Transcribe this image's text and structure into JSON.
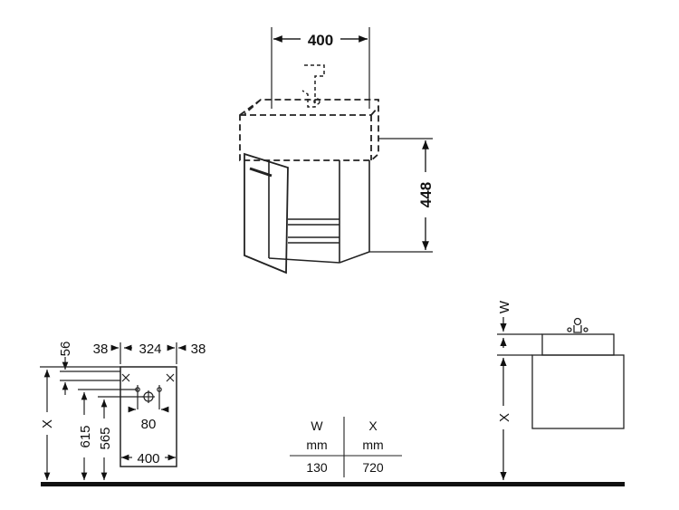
{
  "top_view": {
    "width_label": "400",
    "height_label": "448"
  },
  "wall_plan": {
    "label_56": "56",
    "label_38_left": "38",
    "label_324": "324",
    "label_38_right": "38",
    "label_x": "X",
    "label_615": "615",
    "label_565": "565",
    "label_80": "80",
    "label_400": "400"
  },
  "table": {
    "headers": [
      "W",
      "X"
    ],
    "units": [
      "mm",
      "mm"
    ],
    "values": [
      "130",
      "720"
    ]
  },
  "side_view": {
    "label_w": "W",
    "label_x": "X"
  }
}
